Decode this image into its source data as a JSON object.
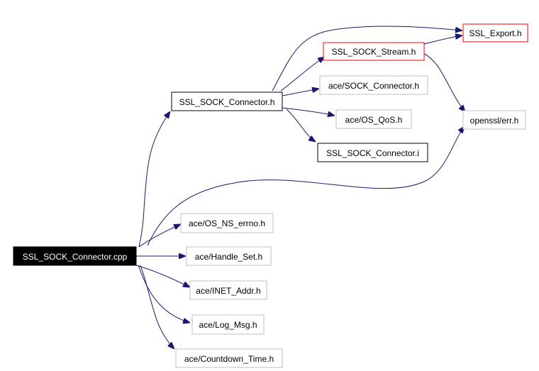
{
  "graph": {
    "nodes": {
      "root": {
        "label": "SSL_SOCK_Connector.cpp",
        "style": "root"
      },
      "connector_h": {
        "label": "SSL_SOCK_Connector.h",
        "style": "documented"
      },
      "stream_h": {
        "label": "SSL_SOCK_Stream.h",
        "style": "red"
      },
      "export_h": {
        "label": "SSL_Export.h",
        "style": "red"
      },
      "sock_connector_h": {
        "label": "ace/SOCK_Connector.h",
        "style": "external"
      },
      "os_qos_h": {
        "label": "ace/OS_QoS.h",
        "style": "external"
      },
      "connector_i": {
        "label": "SSL_SOCK_Connector.i",
        "style": "documented"
      },
      "openssl_err_h": {
        "label": "openssl/err.h",
        "style": "external"
      },
      "os_ns_errno_h": {
        "label": "ace/OS_NS_errno.h",
        "style": "external"
      },
      "handle_set_h": {
        "label": "ace/Handle_Set.h",
        "style": "external"
      },
      "inet_addr_h": {
        "label": "ace/INET_Addr.h",
        "style": "external"
      },
      "log_msg_h": {
        "label": "ace/Log_Msg.h",
        "style": "external"
      },
      "countdown_time_h": {
        "label": "ace/Countdown_Time.h",
        "style": "external"
      }
    },
    "colors": {
      "edge": "#191970",
      "root_fill": "#000000",
      "root_text": "#ffffff",
      "documented_border": "#000000",
      "red_border": "#ff0000",
      "external_border": "#bfbfbf",
      "node_text": "#000000"
    }
  }
}
